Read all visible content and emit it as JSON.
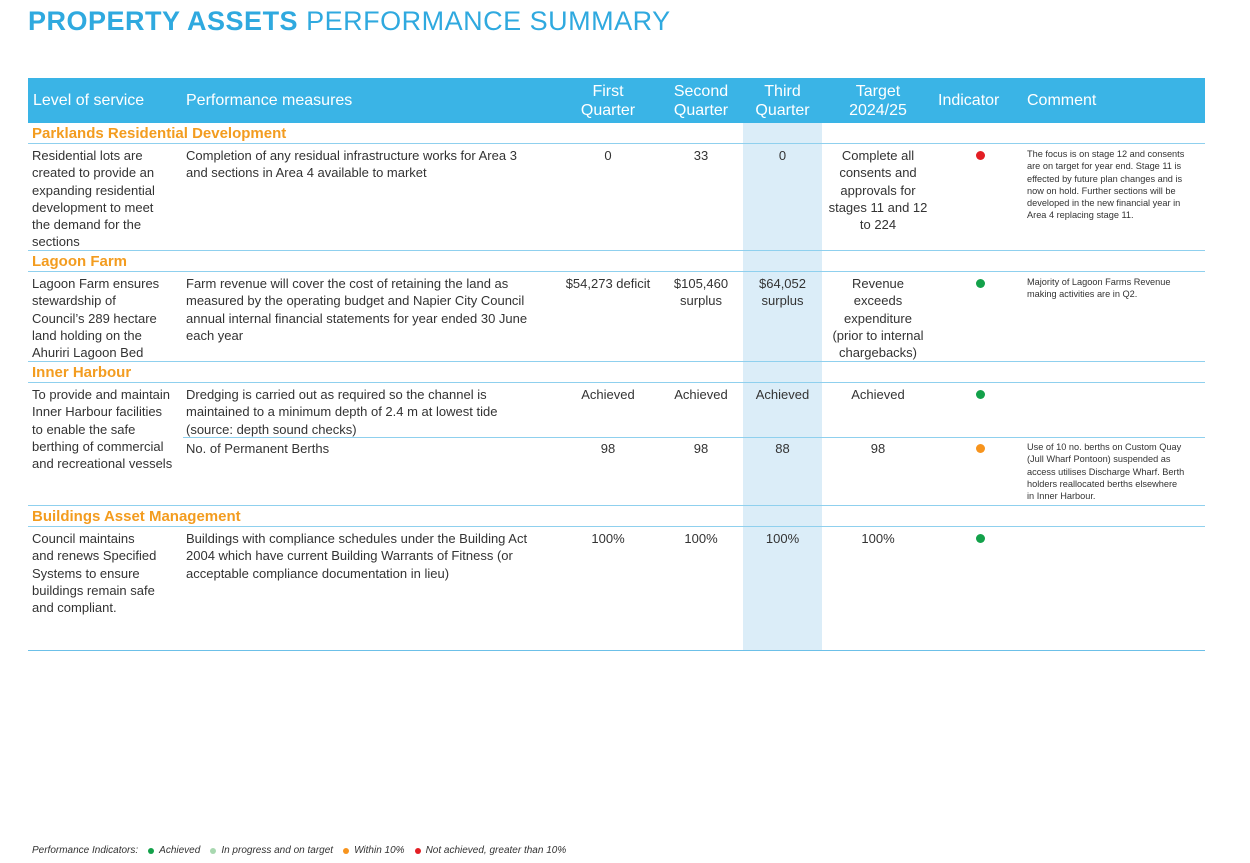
{
  "title": {
    "bold": "PROPERTY ASSETS",
    "light": "PERFORMANCE SUMMARY"
  },
  "colors": {
    "accent": "#3ab4e6",
    "section": "#f39c1f",
    "green": "#13a14a",
    "orange": "#f7941d",
    "red": "#e31e24",
    "light_green": "#a8d8b0"
  },
  "header": {
    "level": "Level of service",
    "measures": "Performance measures",
    "q1": [
      "First",
      "Quarter"
    ],
    "q2": [
      "Second",
      "Quarter"
    ],
    "q3": [
      "Third",
      "Quarter"
    ],
    "target": [
      "Target",
      "2024/25"
    ],
    "indicator": "Indicator",
    "comment": "Comment"
  },
  "sections": [
    {
      "title": "Parklands Residential Development",
      "level": [
        "Residential lots are",
        "created to provide an",
        "expanding residential",
        "development to meet",
        "the demand for the",
        "sections"
      ],
      "rows": [
        {
          "measure": [
            "Completion of any residual infrastructure works for Area 3",
            "and sections in Area 4 available to market"
          ],
          "q1": [
            "0"
          ],
          "q2": [
            "33"
          ],
          "q3": [
            "0"
          ],
          "target": [
            "Complete all",
            "consents and",
            "approvals for",
            "stages 11 and 12",
            "to 224"
          ],
          "indicator": "red",
          "comment": [
            "The focus is on stage 12 and consents",
            "are on target for year end. Stage 11 is",
            "effected by future plan changes and is",
            "now on hold. Further sections will be",
            "developed in the new financial year in",
            "Area 4 replacing stage 11."
          ]
        }
      ]
    },
    {
      "title": "Lagoon Farm",
      "level": [
        "Lagoon Farm ensures",
        "stewardship of",
        "Council’s 289 hectare",
        "land holding on the",
        "Ahuriri Lagoon Bed"
      ],
      "rows": [
        {
          "measure": [
            "Farm revenue will cover the cost of retaining the land as",
            "measured by the operating budget and Napier City Council",
            "annual internal financial statements for year ended 30 June",
            "each year"
          ],
          "q1": [
            "$54,273 deficit"
          ],
          "q2": [
            "$105,460",
            "surplus"
          ],
          "q3": [
            "$64,052",
            "surplus"
          ],
          "target": [
            "Revenue",
            "exceeds",
            "expenditure",
            "(prior to internal",
            "chargebacks)"
          ],
          "indicator": "green",
          "comment": [
            "Majority of Lagoon Farms Revenue",
            "making activities are in Q2."
          ]
        }
      ]
    },
    {
      "title": "Inner Harbour",
      "level": [
        "To provide and maintain",
        "Inner Harbour facilities",
        "to enable the safe",
        "berthing of commercial",
        "and recreational vessels"
      ],
      "rows": [
        {
          "measure": [
            "Dredging is carried out as required so the channel is",
            "maintained to a minimum depth of 2.4 m at lowest tide",
            "(source: depth sound checks)"
          ],
          "q1": [
            "Achieved"
          ],
          "q2": [
            "Achieved"
          ],
          "q3": [
            "Achieved"
          ],
          "target": [
            "Achieved"
          ],
          "indicator": "green",
          "comment": []
        },
        {
          "measure": [
            "No. of Permanent Berths"
          ],
          "q1": [
            "98"
          ],
          "q2": [
            "98"
          ],
          "q3": [
            "88"
          ],
          "target": [
            "98"
          ],
          "indicator": "orange",
          "comment": [
            "Use of 10 no. berths on Custom Quay",
            "(Jull Wharf Pontoon) suspended as",
            "access utilises Discharge Wharf. Berth",
            "holders reallocated berths elsewhere",
            "in Inner Harbour."
          ]
        }
      ]
    },
    {
      "title": "Buildings Asset Management",
      "level": [
        "Council maintains",
        "and renews Specified",
        "Systems to ensure",
        "buildings remain safe",
        "and compliant."
      ],
      "rows": [
        {
          "measure": [
            "Buildings with compliance schedules under the Building Act",
            "2004 which have current Building Warrants of Fitness (or",
            "acceptable compliance documentation in lieu)"
          ],
          "q1": [
            "100%"
          ],
          "q2": [
            "100%"
          ],
          "q3": [
            "100%"
          ],
          "target": [
            "100%"
          ],
          "indicator": "green",
          "comment": []
        }
      ]
    }
  ],
  "legend": {
    "prefix": "Performance Indicators:",
    "items": [
      {
        "label": "Achieved",
        "color": "#13a14a"
      },
      {
        "label": "In progress and on target",
        "color": "#a8d8b0"
      },
      {
        "label": "Within 10%",
        "color": "#f7941d"
      },
      {
        "label": "Not achieved, greater than 10%",
        "color": "#e31e24"
      }
    ]
  }
}
